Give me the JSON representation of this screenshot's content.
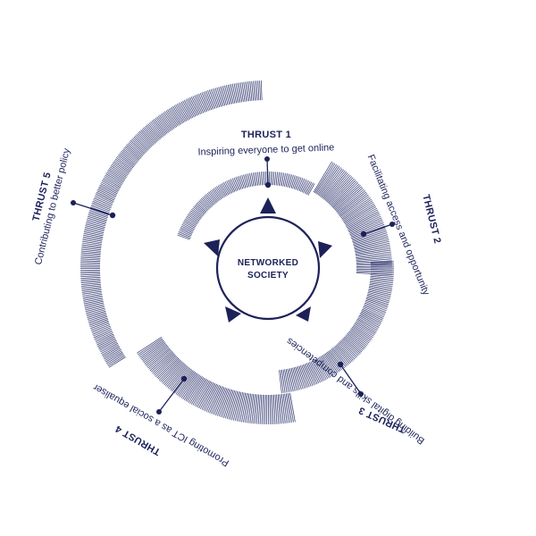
{
  "center_label": {
    "line1": "NETWORKED",
    "line2": "SOCIETY"
  },
  "thrusts": [
    {
      "title": "THRUST 1",
      "desc": "Inspiring everyone to get online"
    },
    {
      "title": "THRUST 2",
      "desc": "Facilitating access and opportunity"
    },
    {
      "title": "THRUST 3",
      "desc": "Building digital skills and competencies"
    },
    {
      "title": "THRUST 4",
      "desc": "Promoting ICT as a social equaliser"
    },
    {
      "title": "THRUST 5",
      "desc": "Contributing to better policy"
    }
  ],
  "colors": {
    "primary": "#1c2159",
    "hatch": "#3d4377",
    "background": "#ffffff"
  }
}
